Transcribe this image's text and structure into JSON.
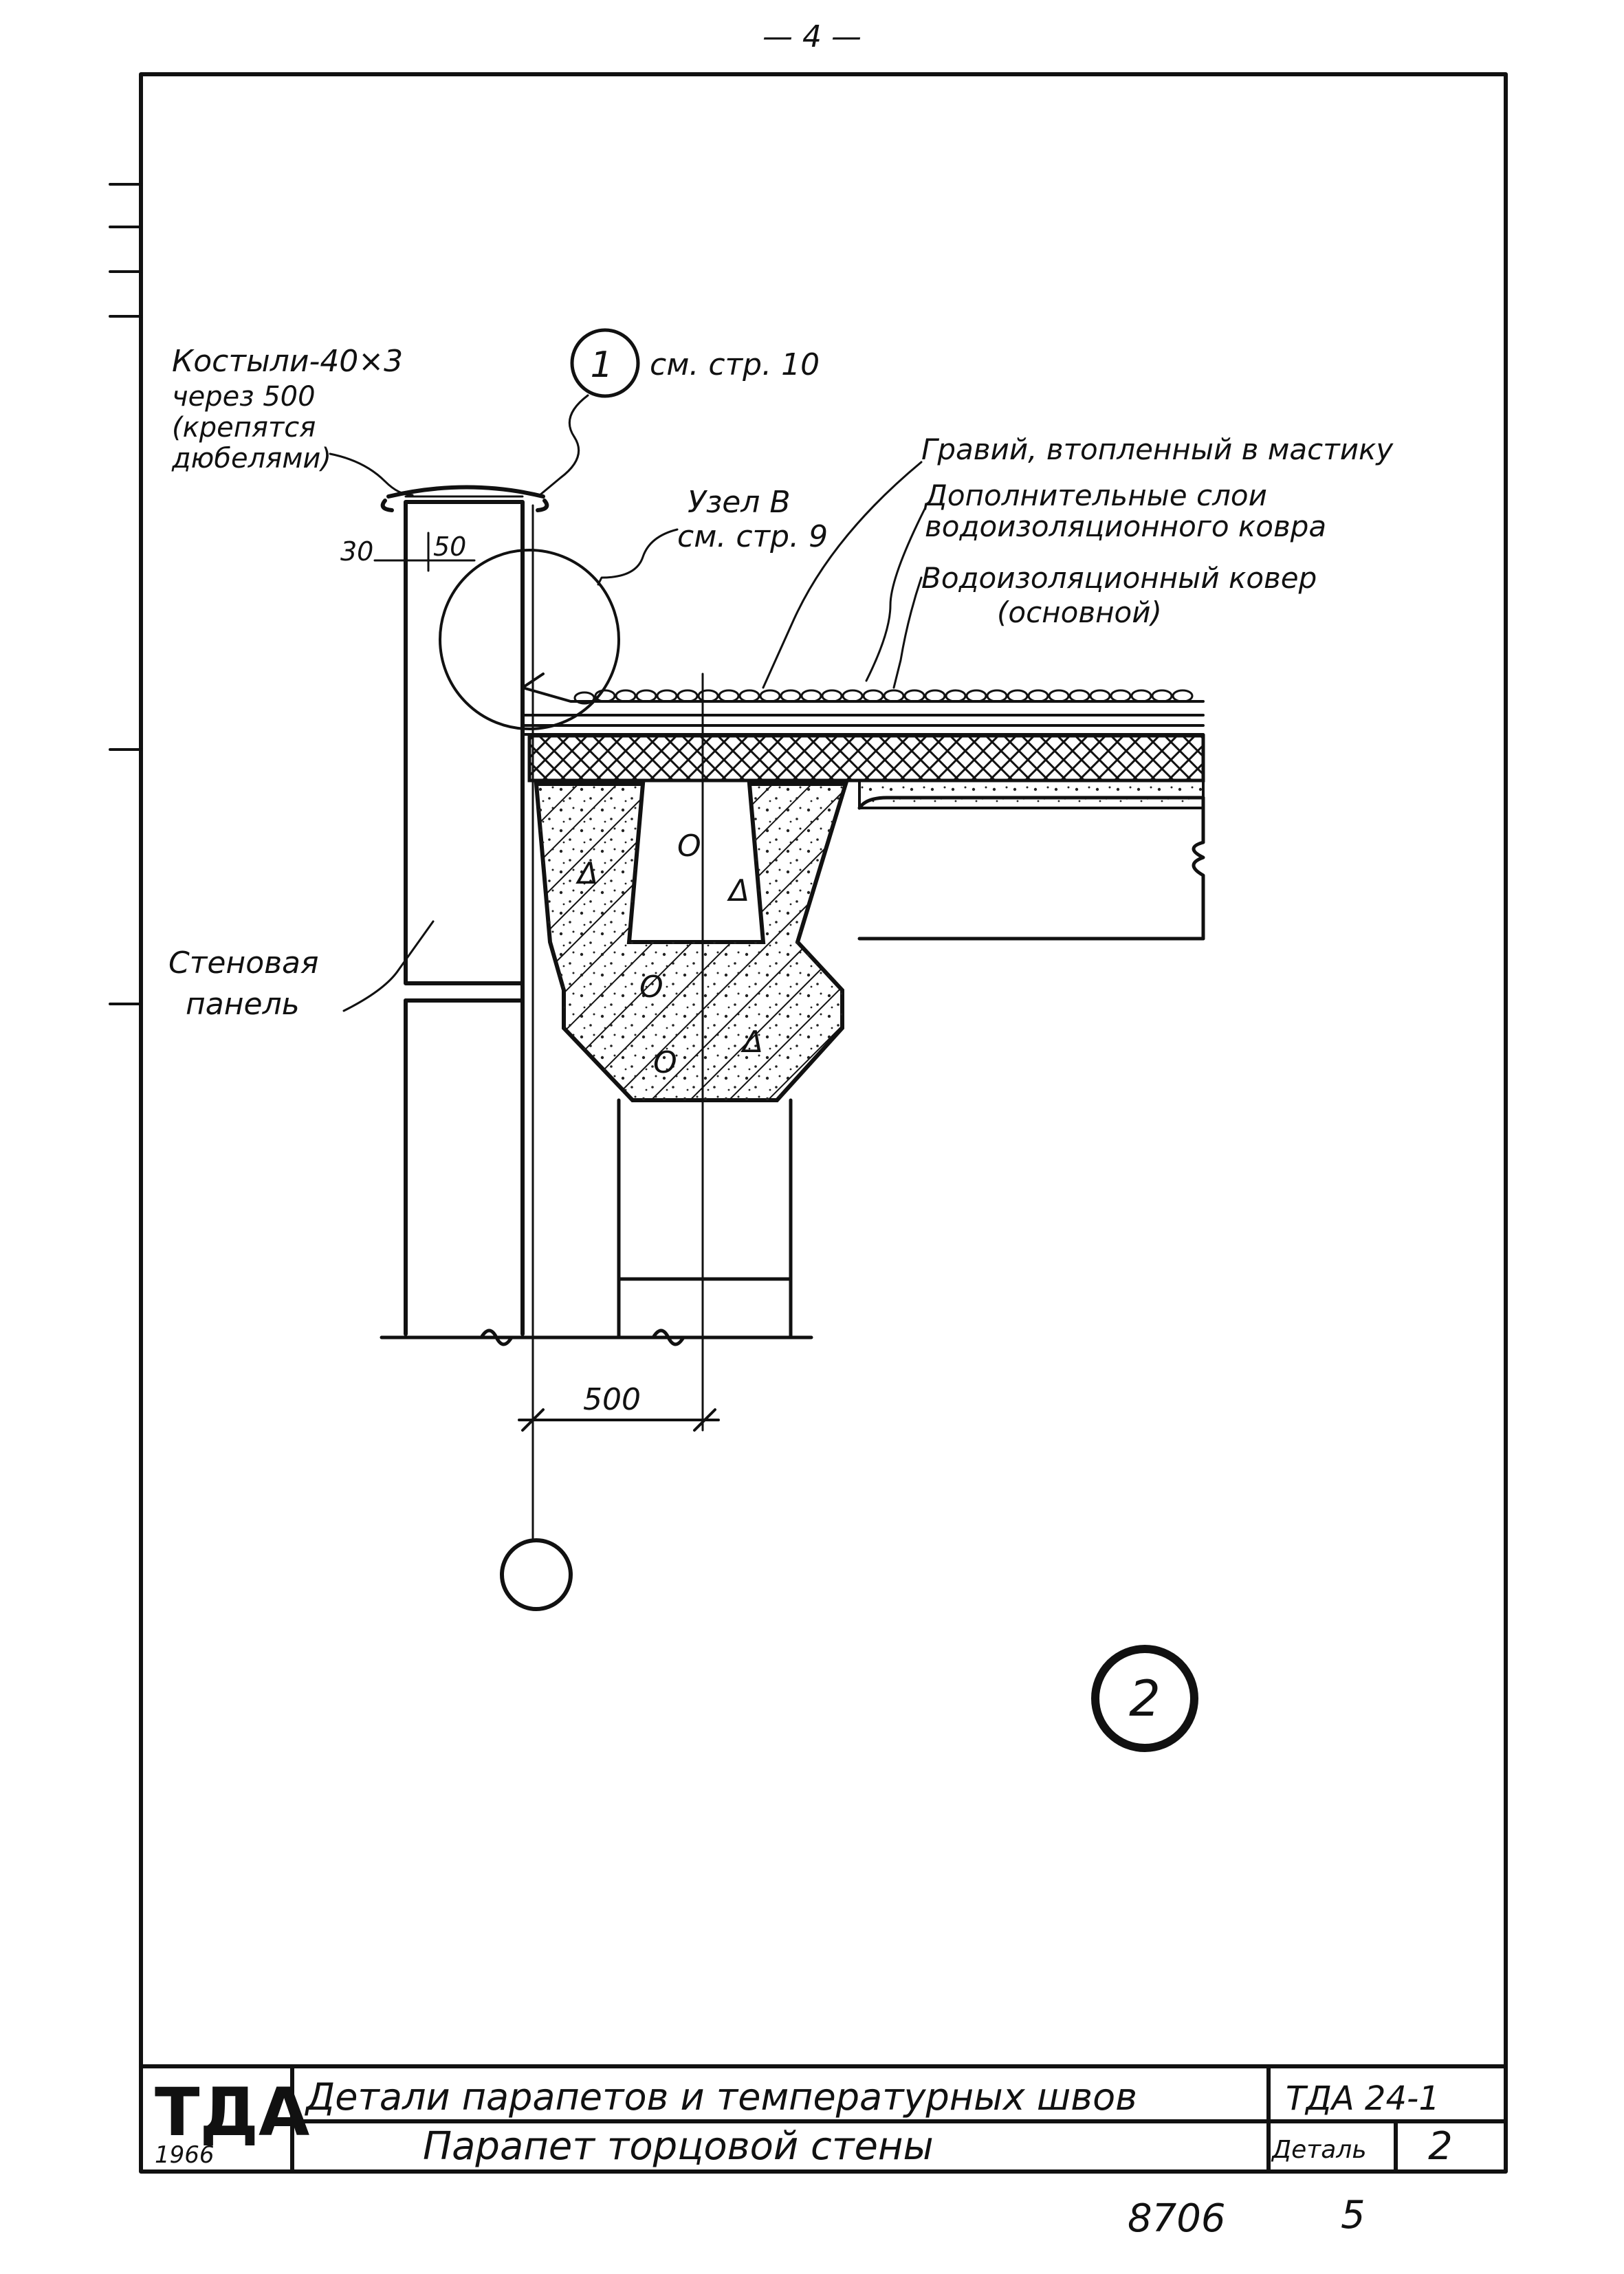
{
  "page_number_top": "— 4 —",
  "labels": {
    "kostyli_line1": "Костыли-40×3",
    "kostyli_line2": "через 500",
    "kostyli_line3": "(крепятся",
    "kostyli_line4": "дюбелями)",
    "ref1_number": "1",
    "ref1_text": "см. стр. 10",
    "uzel_line1": "Узел В",
    "uzel_line2": "см. стр. 9",
    "gravel": "Гравий, втопленный в мастику",
    "extra_layers_line1": "Дополнительные слои",
    "extra_layers_line2": "водоизоляционного ковра",
    "main_carpet_line1": "Водоизоляционный ковер",
    "main_carpet_line2": "(основной)",
    "wall_panel_line1": "Стеновая",
    "wall_panel_line2": "панель"
  },
  "dimensions": {
    "dim_30": "30",
    "dim_50": "50",
    "dim_500": "500"
  },
  "detail_number": "2",
  "title_block": {
    "logo": "ТДА",
    "year": "1966",
    "series_title": "Детали парапетов и температурных швов",
    "sheet_title": "Парапет торцовой стены",
    "series_code": "ТДА 24-1",
    "detail_label": "Деталь",
    "detail_value": "2"
  },
  "footer": {
    "archive_number": "8706",
    "page": "5"
  }
}
